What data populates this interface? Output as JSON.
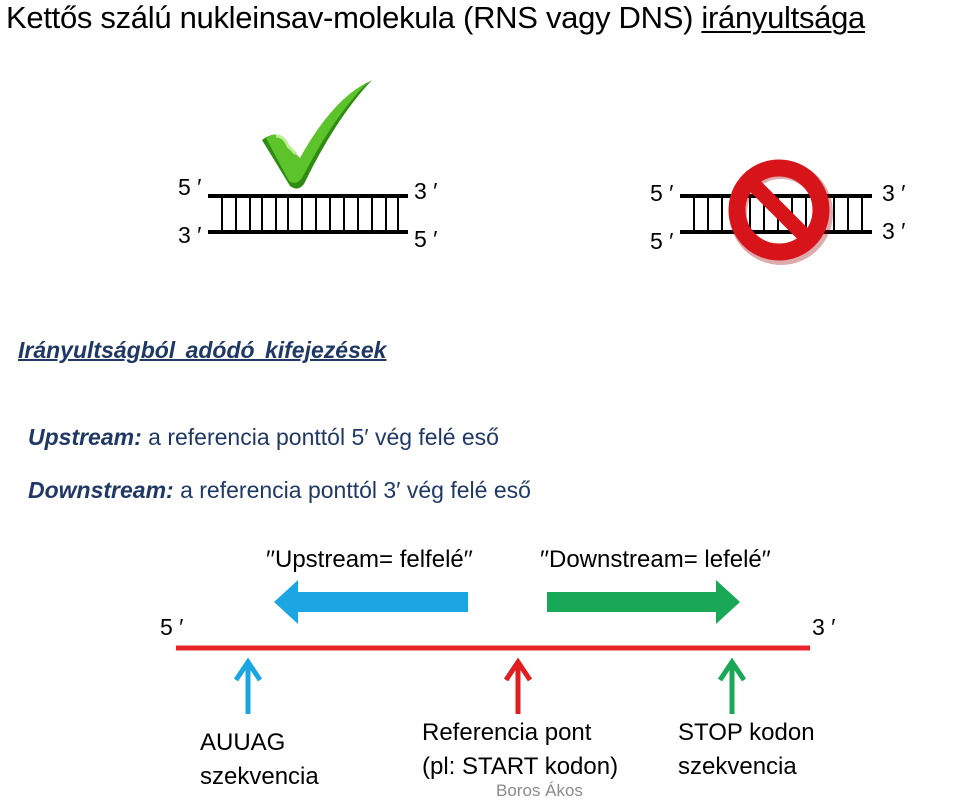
{
  "title": {
    "main": "Kettős szálú nukleinsav-molekula (RNS vagy DNS) ",
    "emphasis": "irányultsága"
  },
  "duplex_correct": {
    "top_left": "5 ′",
    "bottom_left": "3 ′",
    "top_right": "3 ′",
    "bottom_right": "5 ′"
  },
  "duplex_wrong": {
    "top_left": "5 ′",
    "bottom_left": "5 ′",
    "top_right": "3 ′",
    "bottom_right": "3 ′"
  },
  "section_heading": "Irányultságból adódó kifejezések",
  "definitions": [
    {
      "term": "Upstream:",
      "text": " a referencia ponttól 5′ vég felé eső"
    },
    {
      "term": "Downstream:",
      "text": " a referencia ponttól 3′ vég felé eső"
    }
  ],
  "directions": {
    "upstream": "′′Upstream= felfelé′′",
    "downstream": "′′Downstream= lefelé′′"
  },
  "strand_ends": {
    "left": "5 ′",
    "right": "3 ′"
  },
  "markers": [
    {
      "line1": "AUUAG",
      "line2": "szekvencia",
      "color": "#1BA6E3"
    },
    {
      "line1": "Referencia pont",
      "line2": "(pl: START kodon)",
      "color": "#E02020"
    },
    {
      "line1": "STOP kodon",
      "line2": "szekvencia",
      "color": "#19A855"
    }
  ],
  "colors": {
    "heading": "#1F3864",
    "upstream_arrow": "#1BA6E3",
    "downstream_arrow": "#19A855",
    "strand": "#E8252B",
    "check": "#4DB31E",
    "no_sign": "#D7141A"
  },
  "author": "Boros Ákos"
}
